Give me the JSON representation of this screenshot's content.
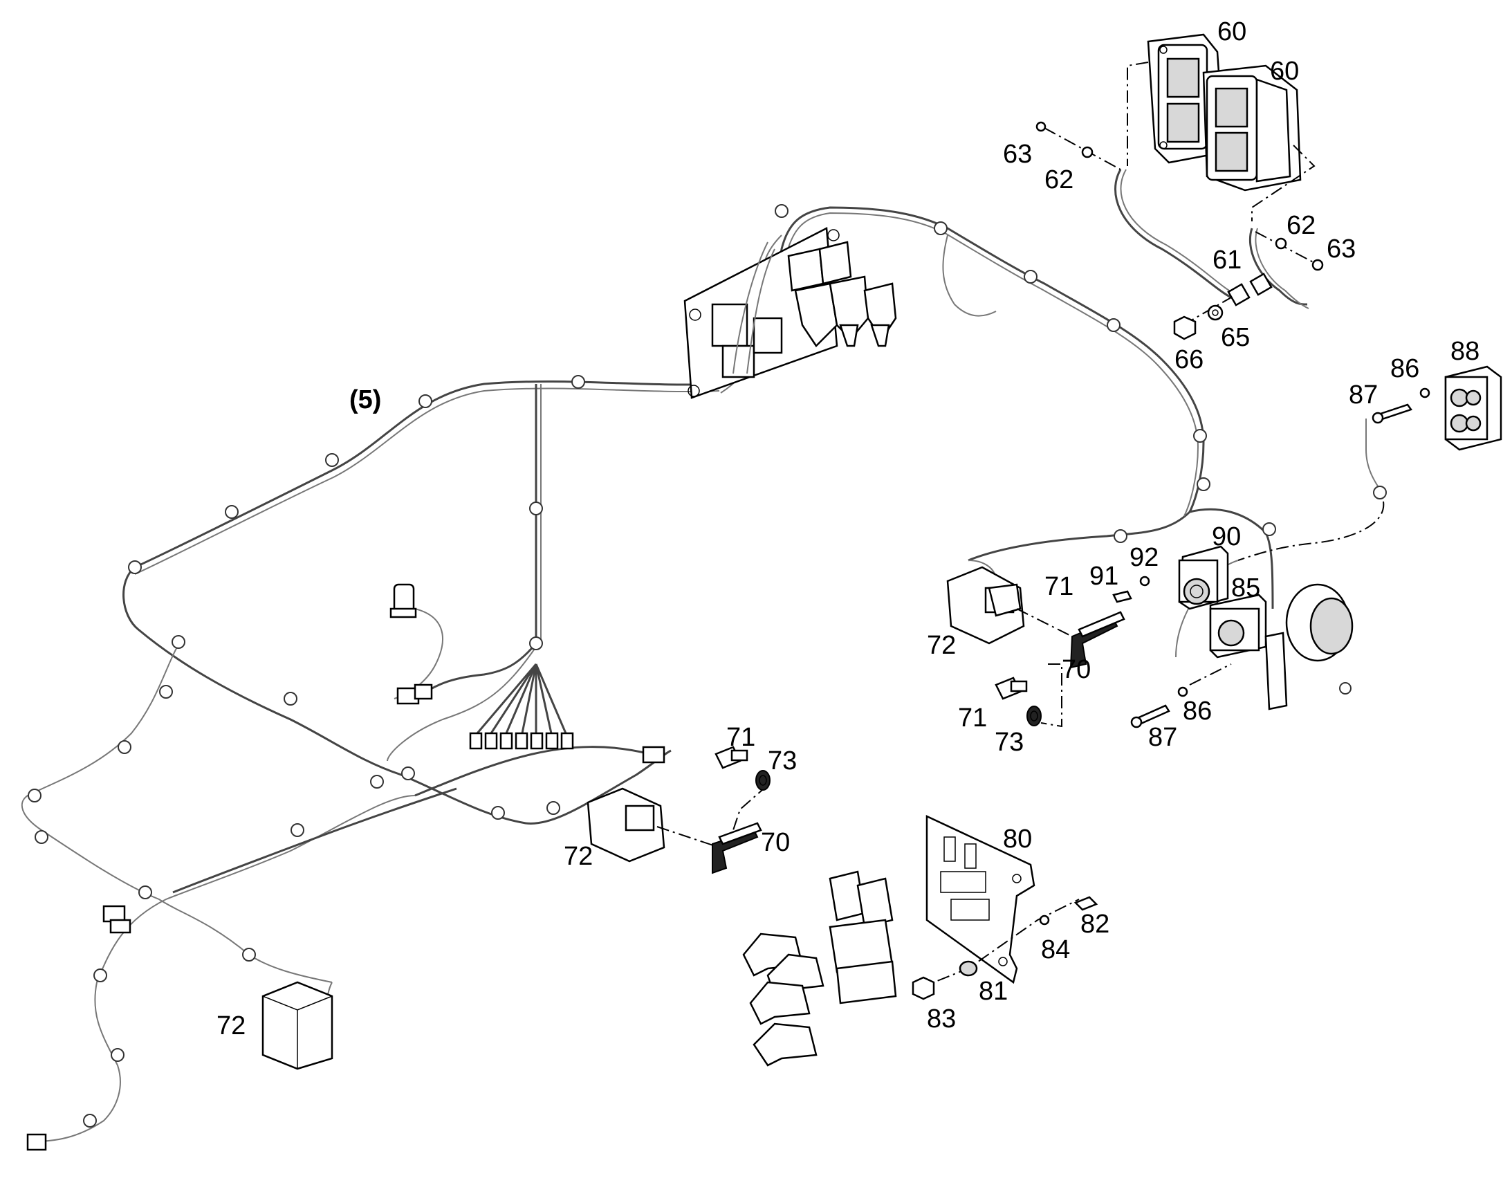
{
  "labels": {
    "assembly": "(5)",
    "p60a": "60",
    "p60b": "60",
    "p63a": "63",
    "p62a": "62",
    "p62b": "62",
    "p63b": "63",
    "p61": "61",
    "p65": "65",
    "p66": "66",
    "p88": "88",
    "p86a": "86",
    "p87a": "87",
    "p90": "90",
    "p92": "92",
    "p91": "91",
    "p71a": "71",
    "p85": "85",
    "p72a": "72",
    "p70a": "70",
    "p71b": "71",
    "p73a": "73",
    "p87b": "87",
    "p86b": "86",
    "p71c": "71",
    "p73b": "73",
    "p72b": "72",
    "p70b": "70",
    "p80": "80",
    "p82": "82",
    "p84": "84",
    "p81": "81",
    "p83": "83",
    "p72c": "72"
  }
}
